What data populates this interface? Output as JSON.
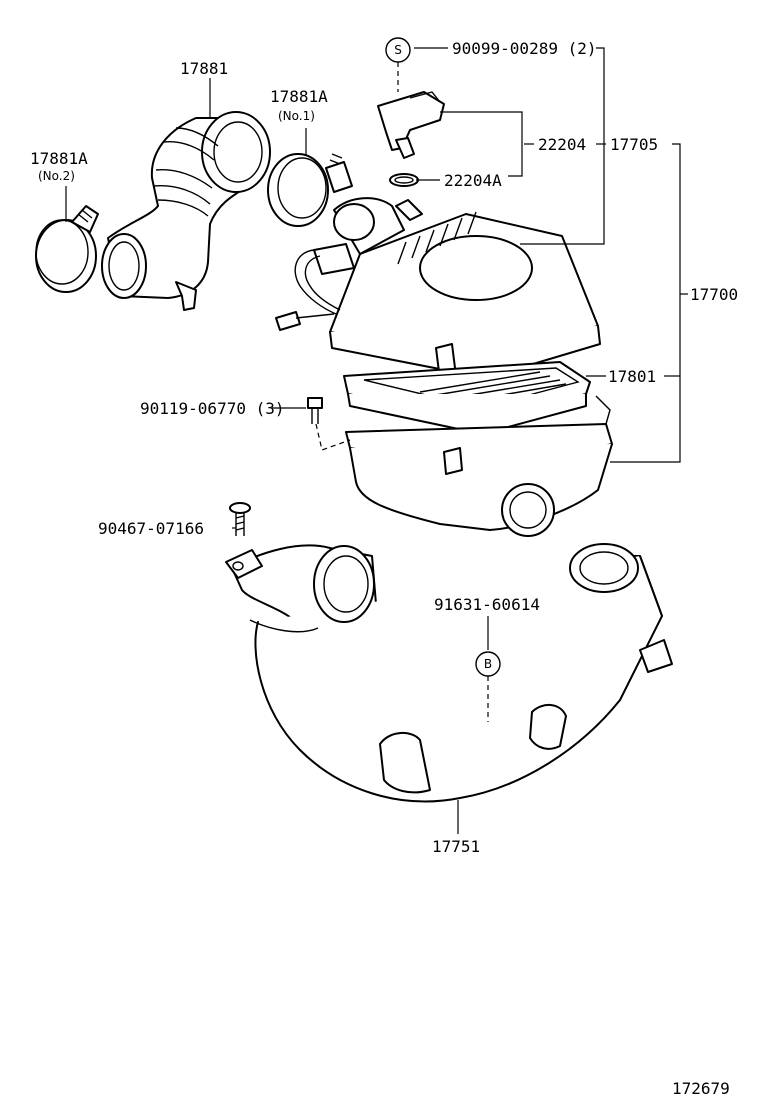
{
  "labels": {
    "p17881": "17881",
    "p17881A_1": "17881A",
    "p17881A_1_sub": "(No.1)",
    "p17881A_2": "17881A",
    "p17881A_2_sub": "(No.2)",
    "p90099": "90099-00289 (2)",
    "p22204": "22204",
    "p22204A": "22204A",
    "p17705": "17705",
    "p17700": "17700",
    "p17801": "17801",
    "p90119": "90119-06770 (3)",
    "p90467": "90467-07166",
    "p91631": "91631-60614",
    "p17751": "17751",
    "diagram_id": "172679"
  },
  "markers": {
    "s": "S",
    "b": "B"
  }
}
